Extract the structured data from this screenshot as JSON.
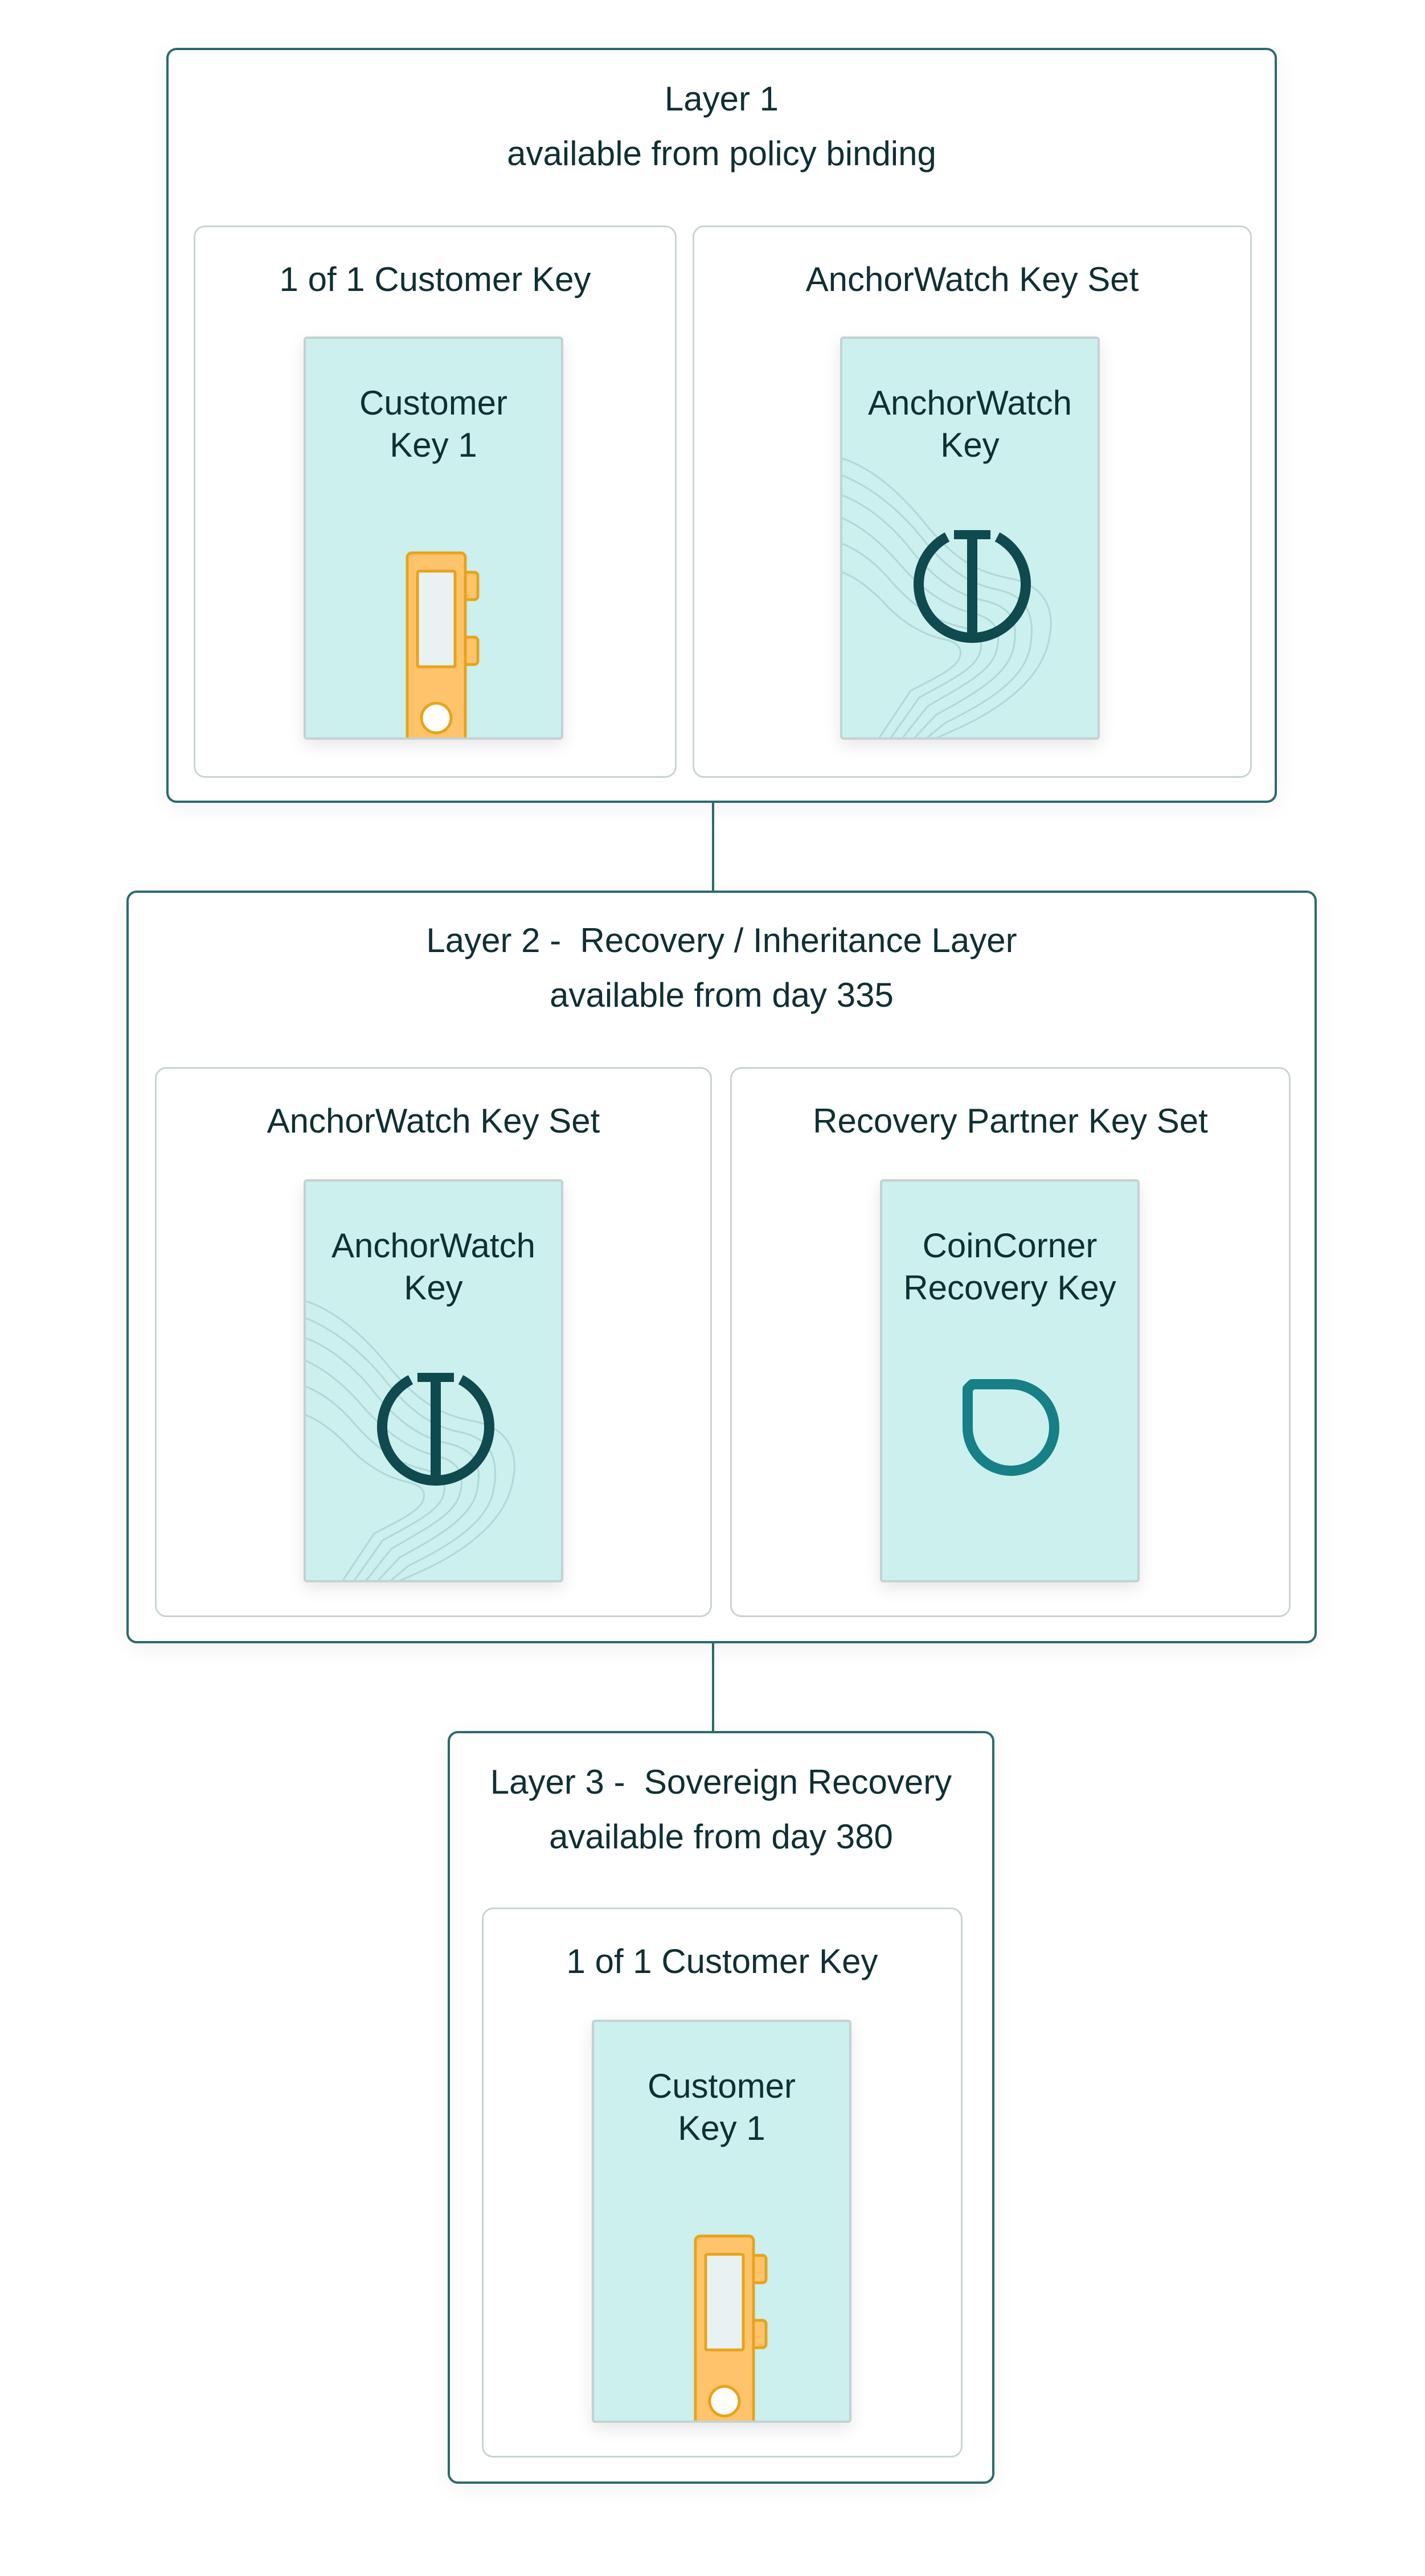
{
  "layers": [
    {
      "title": "Layer 1",
      "subtitle": "available from policy binding",
      "keysets": [
        {
          "title": "1 of 1 Customer Key",
          "card": {
            "label": "Customer\nKey 1",
            "icon": "hardware-wallet-icon"
          }
        },
        {
          "title": "AnchorWatch Key Set",
          "card": {
            "label": "AnchorWatch\nKey",
            "icon": "anchor-icon"
          }
        }
      ]
    },
    {
      "title": "Layer 2 -  Recovery / Inheritance Layer",
      "subtitle": "available from day 335",
      "keysets": [
        {
          "title": "AnchorWatch Key Set",
          "card": {
            "label": "AnchorWatch\nKey",
            "icon": "anchor-icon"
          }
        },
        {
          "title": "Recovery Partner Key Set",
          "card": {
            "label": "CoinCorner\nRecovery Key",
            "icon": "coincorner-logo-icon"
          }
        }
      ]
    },
    {
      "title": "Layer 3 -  Sovereign Recovery",
      "subtitle": "available from day 380",
      "keysets": [
        {
          "title": "1 of 1 Customer Key",
          "card": {
            "label": "Customer\nKey 1",
            "icon": "hardware-wallet-icon"
          }
        }
      ]
    }
  ],
  "colors": {
    "layer_border": "#2c6a6e",
    "keyset_border": "#c9d3d4",
    "card_fill": "#cbf0ee",
    "anchor_dark": "#0e4a4e",
    "coincorner_teal": "#177f86",
    "wallet_orange": "#ffc46b"
  }
}
